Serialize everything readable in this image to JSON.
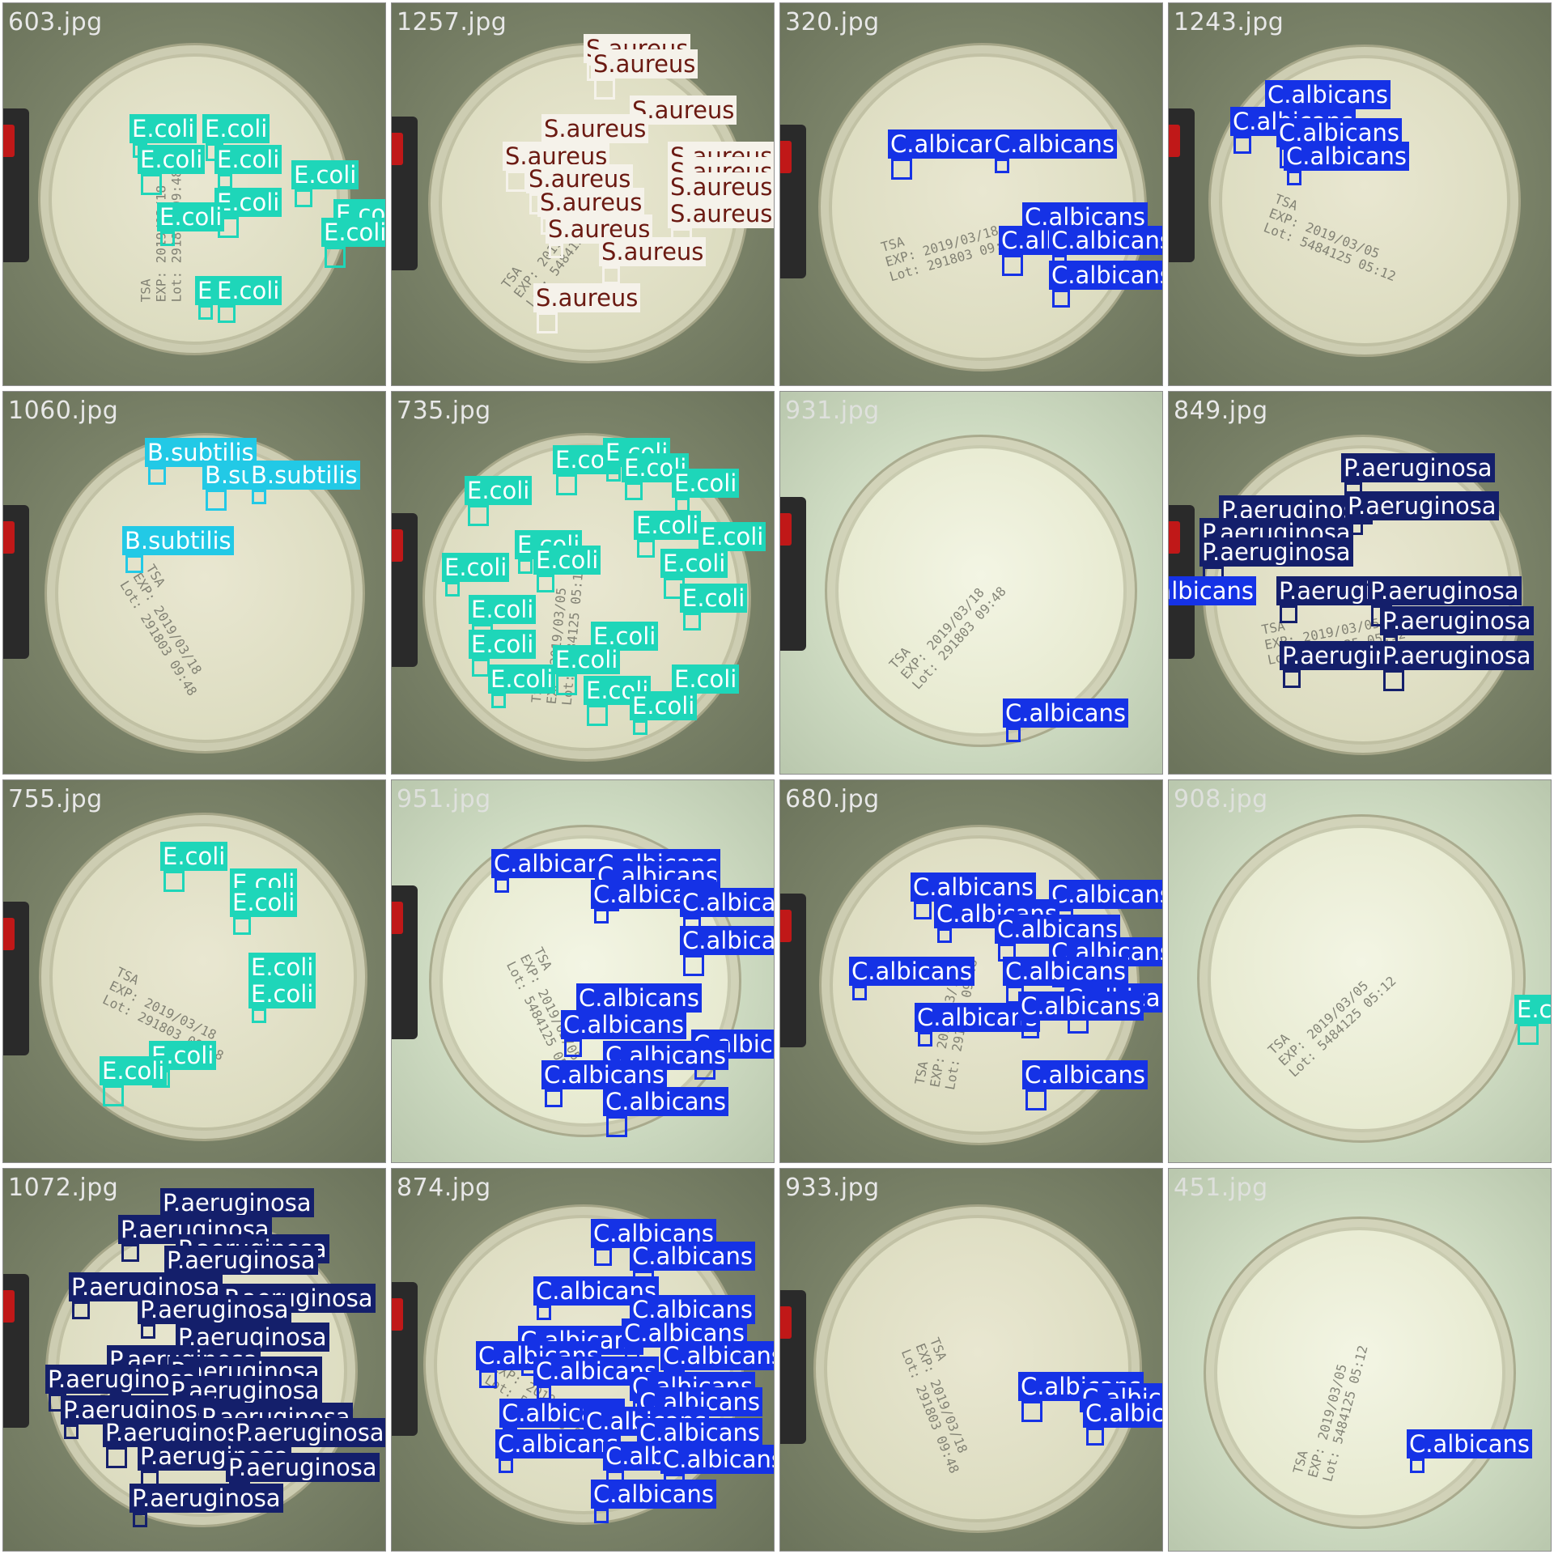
{
  "colors": {
    "E.coli": "#1ed6b9",
    "S.aureus": "#f5f2ea",
    "C.albicans": "#1532e6",
    "B.subtilis": "#22c9e6",
    "P.aeruginosa": "#141f6b",
    "label_text_light": "#ffffff",
    "label_text_dark": "#6b1a12"
  },
  "tiles": [
    {
      "filename": "603.jpg",
      "bg": "dark",
      "labels": [
        [
          "E.coli",
          0.33,
          0.29
        ],
        [
          "E.coli",
          0.52,
          0.29
        ],
        [
          "E.coli",
          0.35,
          0.37
        ],
        [
          "E.coli",
          0.55,
          0.37
        ],
        [
          "E.coli",
          0.75,
          0.41
        ],
        [
          "E.coli",
          0.55,
          0.48
        ],
        [
          "E.coli",
          0.4,
          0.52
        ],
        [
          "E.coli",
          0.86,
          0.51
        ],
        [
          "E.coli",
          0.83,
          0.56
        ],
        [
          "E.coli",
          0.5,
          0.71
        ],
        [
          "E.coli",
          0.55,
          0.71
        ]
      ]
    },
    {
      "filename": "1257.jpg",
      "bg": "dark",
      "labels": [
        [
          "S.aureus",
          0.5,
          0.08
        ],
        [
          "S.aureus",
          0.52,
          0.12
        ],
        [
          "S.aureus",
          0.62,
          0.24
        ],
        [
          "S.aureus",
          0.39,
          0.29
        ],
        [
          "S.aureus",
          0.29,
          0.36
        ],
        [
          "S.aureus",
          0.72,
          0.36
        ],
        [
          "S.aureus",
          0.72,
          0.4
        ],
        [
          "S.aureus",
          0.35,
          0.42
        ],
        [
          "S.aureus",
          0.72,
          0.44
        ],
        [
          "S.aureus",
          0.38,
          0.48
        ],
        [
          "S.aureus",
          0.72,
          0.51
        ],
        [
          "S.aureus",
          0.4,
          0.55
        ],
        [
          "S.aureus",
          0.54,
          0.61
        ],
        [
          "S.aureus",
          0.37,
          0.73
        ]
      ]
    },
    {
      "filename": "320.jpg",
      "bg": "dark",
      "labels": [
        [
          "C.albicans",
          0.28,
          0.33
        ],
        [
          "C.albicans",
          0.55,
          0.33
        ],
        [
          "C.albicans",
          0.63,
          0.52
        ],
        [
          "C.albicans",
          0.57,
          0.58
        ],
        [
          "C.albicans",
          0.7,
          0.58
        ],
        [
          "C.albicans",
          0.7,
          0.67
        ]
      ]
    },
    {
      "filename": "1243.jpg",
      "bg": "dark",
      "labels": [
        [
          "C.albicans",
          0.25,
          0.2
        ],
        [
          "C.albicans",
          0.16,
          0.27
        ],
        [
          "C.albicans",
          0.28,
          0.3
        ],
        [
          "C.albicans",
          0.3,
          0.36
        ]
      ]
    },
    {
      "filename": "1060.jpg",
      "bg": "dark",
      "labels": [
        [
          "B.subtilis",
          0.37,
          0.12
        ],
        [
          "B.subtilis",
          0.52,
          0.18
        ],
        [
          "B.subtilis",
          0.64,
          0.18
        ],
        [
          "B.subtilis",
          0.31,
          0.35
        ]
      ]
    },
    {
      "filename": "735.jpg",
      "bg": "dark",
      "labels": [
        [
          "E.coli",
          0.42,
          0.14
        ],
        [
          "E.coli",
          0.55,
          0.12
        ],
        [
          "E.coli",
          0.6,
          0.16
        ],
        [
          "E.coli",
          0.19,
          0.22
        ],
        [
          "E.coli",
          0.73,
          0.2
        ],
        [
          "E.coli",
          0.63,
          0.31
        ],
        [
          "E.coli",
          0.8,
          0.34
        ],
        [
          "E.coli",
          0.32,
          0.36
        ],
        [
          "E.coli",
          0.37,
          0.4
        ],
        [
          "E.coli",
          0.7,
          0.41
        ],
        [
          "E.coli",
          0.13,
          0.42
        ],
        [
          "E.coli",
          0.75,
          0.5
        ],
        [
          "E.coli",
          0.2,
          0.53
        ],
        [
          "E.coli",
          0.52,
          0.6
        ],
        [
          "E.coli",
          0.2,
          0.62
        ],
        [
          "E.coli",
          0.42,
          0.66
        ],
        [
          "E.coli",
          0.25,
          0.71
        ],
        [
          "E.coli",
          0.73,
          0.71
        ],
        [
          "E.coli",
          0.5,
          0.74
        ],
        [
          "E.coli",
          0.62,
          0.78
        ]
      ]
    },
    {
      "filename": "931.jpg",
      "bg": "light",
      "labels": [
        [
          "C.albicans",
          0.58,
          0.8
        ]
      ]
    },
    {
      "filename": "849.jpg",
      "bg": "dark",
      "labels": [
        [
          "P.aeruginosa",
          0.45,
          0.16
        ],
        [
          "P.aeruginosa",
          0.13,
          0.27
        ],
        [
          "P.aeruginosa",
          0.46,
          0.26
        ],
        [
          "P.aeruginosa",
          0.08,
          0.33
        ],
        [
          "P.aeruginosa",
          0.08,
          0.38
        ],
        [
          "C.albicans",
          -0.1,
          0.48
        ],
        [
          "P.aeruginosa",
          0.28,
          0.48
        ],
        [
          "P.aeruginosa",
          0.52,
          0.48
        ],
        [
          "P.aeruginosa",
          0.55,
          0.56
        ],
        [
          "P.aeruginosa",
          0.29,
          0.65
        ],
        [
          "P.aeruginosa",
          0.55,
          0.65
        ]
      ]
    },
    {
      "filename": "755.jpg",
      "bg": "dark",
      "labels": [
        [
          "E.coli",
          0.41,
          0.16
        ],
        [
          "E.coli",
          0.59,
          0.23
        ],
        [
          "E.coli",
          0.59,
          0.28
        ],
        [
          "E.coli",
          0.64,
          0.45
        ],
        [
          "E.coli",
          0.64,
          0.52
        ],
        [
          "E.coli",
          0.38,
          0.68
        ],
        [
          "E.coli",
          0.25,
          0.72
        ]
      ]
    },
    {
      "filename": "951.jpg",
      "bg": "light",
      "labels": [
        [
          "C.albicans",
          0.26,
          0.18
        ],
        [
          "C.albicans",
          0.53,
          0.18
        ],
        [
          "C.albicans",
          0.53,
          0.21
        ],
        [
          "C.albicans",
          0.52,
          0.26
        ],
        [
          "C.albicans",
          0.75,
          0.28
        ],
        [
          "C.albicans",
          0.75,
          0.38
        ],
        [
          "C.albicans",
          0.48,
          0.53
        ],
        [
          "C.albicans",
          0.44,
          0.6
        ],
        [
          "C.albicans",
          0.78,
          0.65
        ],
        [
          "C.albicans",
          0.55,
          0.68
        ],
        [
          "C.albicans",
          0.39,
          0.73
        ],
        [
          "C.albicans",
          0.55,
          0.8
        ]
      ]
    },
    {
      "filename": "680.jpg",
      "bg": "dark",
      "labels": [
        [
          "C.albicans",
          0.34,
          0.24
        ],
        [
          "C.albicans",
          0.7,
          0.26
        ],
        [
          "C.albicans",
          0.4,
          0.31
        ],
        [
          "C.albicans",
          0.56,
          0.35
        ],
        [
          "C.albicans",
          0.7,
          0.41
        ],
        [
          "C.albicans",
          0.18,
          0.46
        ],
        [
          "C.albicans",
          0.58,
          0.46
        ],
        [
          "C.albicans",
          0.74,
          0.53
        ],
        [
          "C.albicans",
          0.35,
          0.58
        ],
        [
          "C.albicans",
          0.62,
          0.55
        ],
        [
          "C.albicans",
          0.63,
          0.73
        ]
      ]
    },
    {
      "filename": "908.jpg",
      "bg": "light",
      "labels": [
        [
          "E.coli",
          0.9,
          0.56
        ]
      ]
    },
    {
      "filename": "1072.jpg",
      "bg": "dark",
      "labels": [
        [
          "P.aeruginosa",
          0.41,
          0.05
        ],
        [
          "P.aeruginosa",
          0.3,
          0.12
        ],
        [
          "P.aeruginosa",
          0.45,
          0.17
        ],
        [
          "P.aeruginosa",
          0.42,
          0.2
        ],
        [
          "P.aeruginosa",
          0.17,
          0.27
        ],
        [
          "P.aeruginosa",
          0.57,
          0.3
        ],
        [
          "P.aeruginosa",
          0.35,
          0.33
        ],
        [
          "P.aeruginosa",
          0.45,
          0.4
        ],
        [
          "P.aeruginosa",
          0.27,
          0.46
        ],
        [
          "P.aeruginosa",
          0.43,
          0.49
        ],
        [
          "P.aeruginosa",
          0.11,
          0.51
        ],
        [
          "P.aeruginosa",
          0.43,
          0.54
        ],
        [
          "P.aeruginosa",
          0.15,
          0.59
        ],
        [
          "P.aeruginosa",
          0.51,
          0.61
        ],
        [
          "P.aeruginosa",
          0.26,
          0.65
        ],
        [
          "P.aeruginosa",
          0.6,
          0.65
        ],
        [
          "P.aeruginosa",
          0.35,
          0.71
        ],
        [
          "P.aeruginosa",
          0.58,
          0.74
        ],
        [
          "P.aeruginosa",
          0.33,
          0.82
        ]
      ]
    },
    {
      "filename": "874.jpg",
      "bg": "dark",
      "labels": [
        [
          "C.albicans",
          0.52,
          0.13
        ],
        [
          "C.albicans",
          0.62,
          0.19
        ],
        [
          "C.albicans",
          0.37,
          0.28
        ],
        [
          "C.albicans",
          0.62,
          0.33
        ],
        [
          "C.albicans",
          0.33,
          0.41
        ],
        [
          "C.albicans",
          0.6,
          0.39
        ],
        [
          "C.albicans",
          0.22,
          0.45
        ],
        [
          "C.albicans",
          0.7,
          0.45
        ],
        [
          "C.albicans",
          0.37,
          0.49
        ],
        [
          "C.albicans",
          0.62,
          0.53
        ],
        [
          "C.albicans",
          0.64,
          0.57
        ],
        [
          "C.albicans",
          0.28,
          0.6
        ],
        [
          "C.albicans",
          0.5,
          0.62
        ],
        [
          "C.albicans",
          0.64,
          0.65
        ],
        [
          "C.albicans",
          0.27,
          0.68
        ],
        [
          "C.albicans",
          0.55,
          0.71
        ],
        [
          "C.albicans",
          0.7,
          0.72
        ],
        [
          "C.albicans",
          0.52,
          0.81
        ]
      ]
    },
    {
      "filename": "933.jpg",
      "bg": "dark",
      "labels": [
        [
          "C.albicans",
          0.62,
          0.53
        ],
        [
          "C.albicans",
          0.78,
          0.56
        ],
        [
          "C.albicans",
          0.79,
          0.6
        ]
      ]
    },
    {
      "filename": "451.jpg",
      "bg": "light",
      "labels": [
        [
          "C.albicans",
          0.62,
          0.68
        ]
      ]
    }
  ]
}
